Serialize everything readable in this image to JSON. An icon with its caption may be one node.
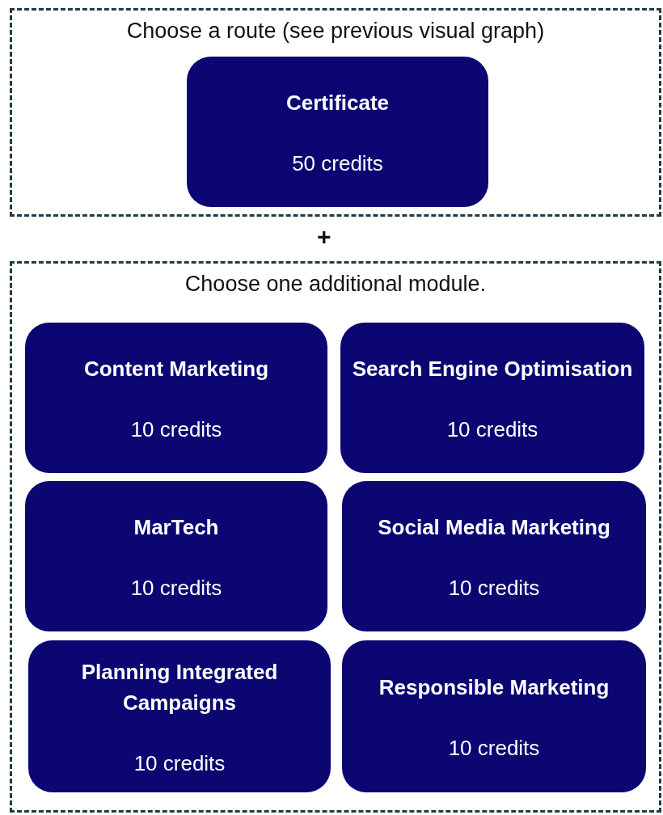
{
  "diagram": {
    "nodes": [
      {
        "text": [
          "Choose a route (see previous visual graph)"
        ]
      },
      {
        "text": [
          "Certificate",
          "50 credits"
        ],
        "in": 0
      },
      {
        "text": [
          "Choose one additional module."
        ]
      },
      {
        "text": [
          "Content Marketing",
          "10 credits"
        ],
        "in": 2
      },
      {
        "text": [
          "Search Engine Optimisation",
          "10 credits"
        ],
        "in": 2
      },
      {
        "text": [
          "MarTech",
          "10 credits"
        ],
        "in": 2
      },
      {
        "text": [
          "Social Media Marketing",
          "10 credits"
        ],
        "in": 2
      },
      {
        "text": [
          "Planning Integrated Campaigns",
          "10 credits"
        ],
        "in": 2
      },
      {
        "text": [
          "Responsible Marketing",
          "10 credits"
        ],
        "in": 2
      }
    ],
    "edges": [],
    "labels": [
      "+"
    ]
  }
}
